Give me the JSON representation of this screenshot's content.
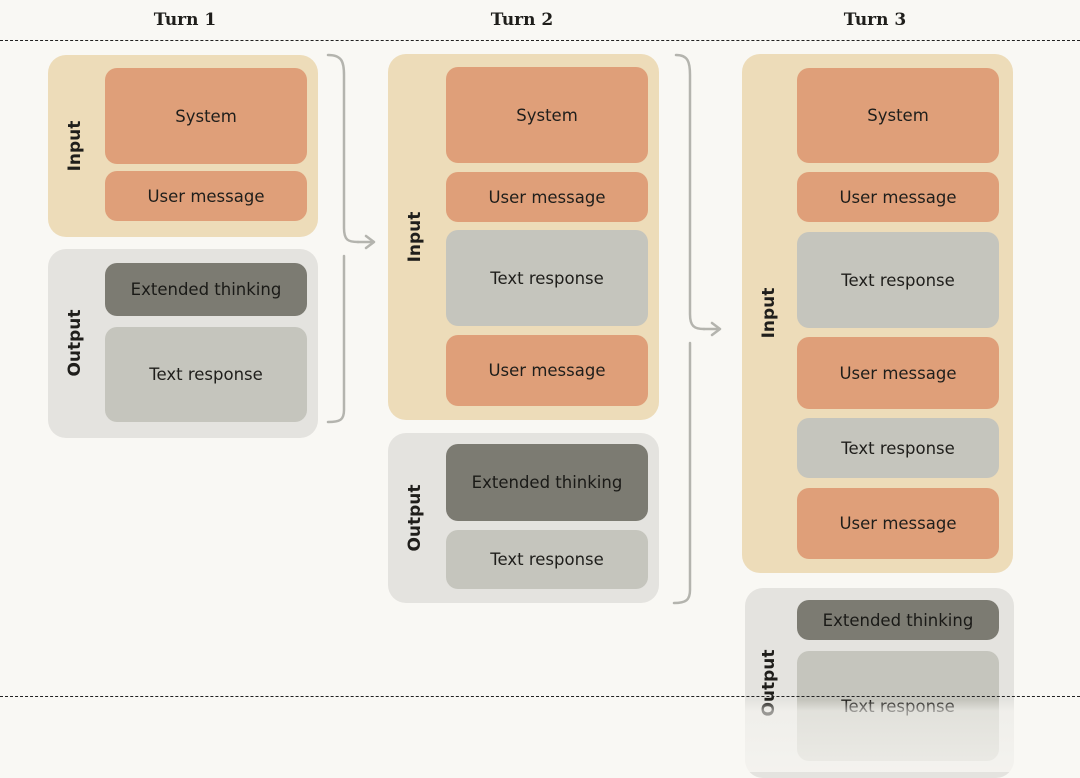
{
  "turns": [
    {
      "title": "Turn 1",
      "input_label": "Input",
      "input_blocks": [
        "System",
        "User message"
      ],
      "output_label": "Output",
      "output_blocks": [
        "Extended thinking",
        "Text response"
      ]
    },
    {
      "title": "Turn 2",
      "input_label": "Input",
      "input_blocks": [
        "System",
        "User message",
        "Text response",
        "User message"
      ],
      "output_label": "Output",
      "output_blocks": [
        "Extended thinking",
        "Text response"
      ]
    },
    {
      "title": "Turn 3",
      "input_label": "Input",
      "input_blocks": [
        "System",
        "User message",
        "Text response",
        "User message",
        "Text response",
        "User message"
      ],
      "output_label": "Output",
      "output_blocks": [
        "Extended thinking",
        "Text response"
      ]
    }
  ],
  "colors": {
    "system": "#df9f79",
    "user_message": "#df9f79",
    "text_response": "#c5c5bd",
    "extended_thinking": "#7c7b72",
    "input_panel": "#eddcb9",
    "output_panel": "#e4e3df",
    "background": "#f9f8f4"
  }
}
